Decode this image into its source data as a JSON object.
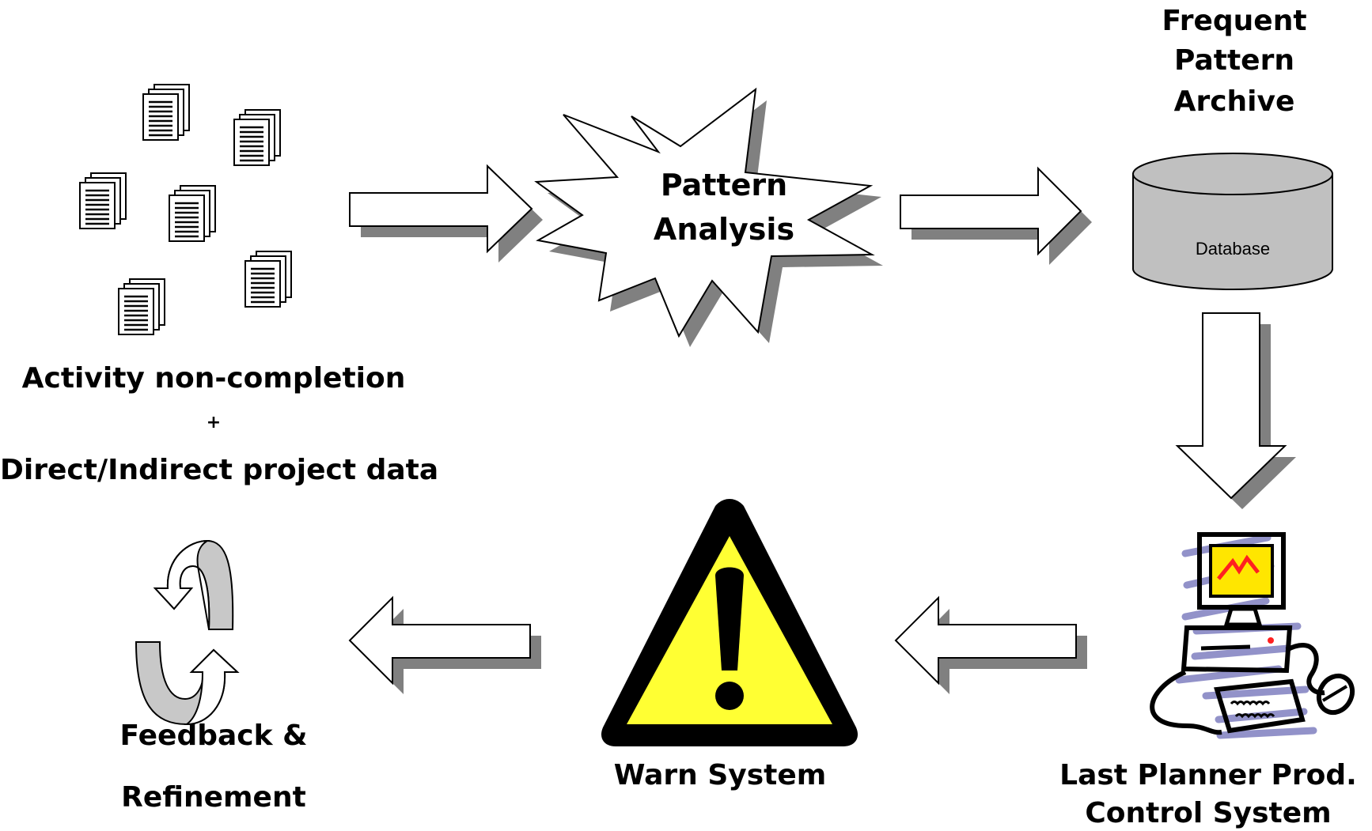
{
  "source": {
    "line1": "Activity non-completion",
    "plus": "+",
    "line2": "Direct/Indirect project data",
    "icon": "document-stack-icon"
  },
  "analysis": {
    "line1": "Pattern",
    "line2": "Analysis",
    "shape": "explosion-burst"
  },
  "archive": {
    "title1": "Frequent",
    "title2": "Pattern",
    "title3": "Archive",
    "db_label": "Database",
    "icon": "database-icon"
  },
  "planner": {
    "line1": "Last Planner Prod.",
    "line2": "Control System",
    "icon": "computer-icon"
  },
  "warn": {
    "label": "Warn System",
    "icon": "warning-triangle-icon"
  },
  "feedback": {
    "line1": "Feedback &",
    "line2": "Refinement",
    "icon": "cycle-arrows-icon"
  },
  "colors": {
    "arrow_fill": "#ffffff",
    "arrow_shadow": "#808080",
    "db_fill": "#c0c0c0",
    "warn_yellow": "#ffff33",
    "monitor_screen": "#ffe600",
    "scribble_blue": "#8080c0",
    "cycle_grey": "#c8c8c8"
  }
}
